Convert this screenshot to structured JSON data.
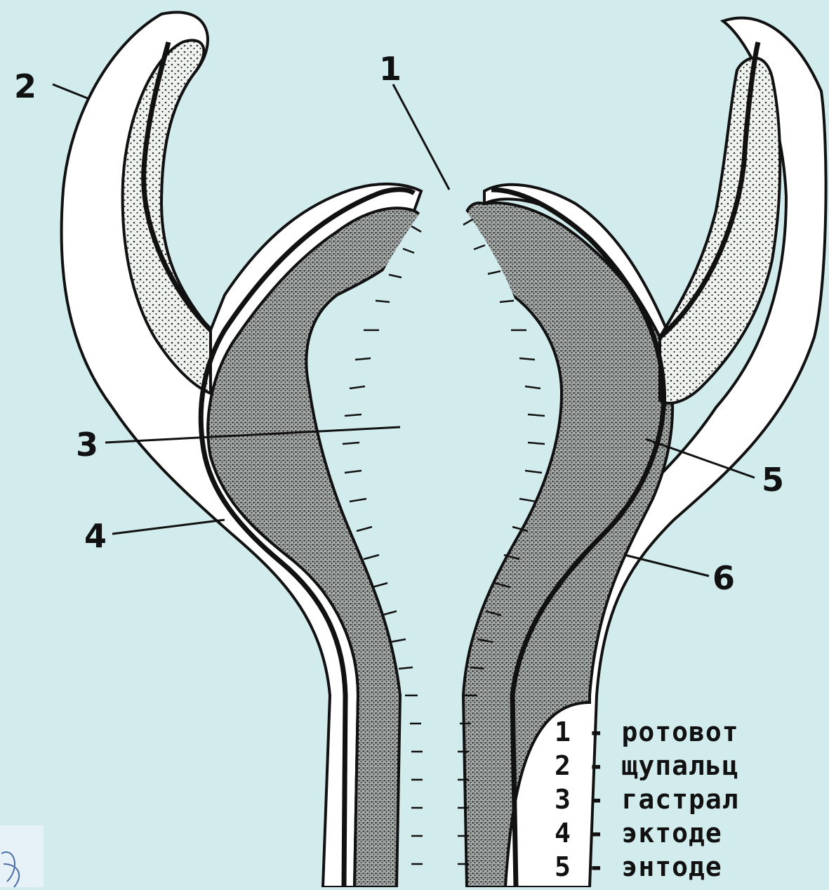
{
  "diagram": {
    "background": "#d2eced",
    "ink": "#111111",
    "labels": [
      {
        "id": "label-1",
        "text": "1"
      },
      {
        "id": "label-2",
        "text": "2"
      },
      {
        "id": "label-3",
        "text": "3"
      },
      {
        "id": "label-4",
        "text": "4"
      },
      {
        "id": "label-5",
        "text": "5"
      },
      {
        "id": "label-6",
        "text": "6"
      }
    ],
    "legend": [
      {
        "number": "1",
        "text": "1 - ротовот"
      },
      {
        "number": "2",
        "text": "2 - щупальц"
      },
      {
        "number": "3",
        "text": "3 - гастрал"
      },
      {
        "number": "4",
        "text": "4 - эктоде"
      },
      {
        "number": "5",
        "text": "5 - энтоде"
      }
    ]
  }
}
